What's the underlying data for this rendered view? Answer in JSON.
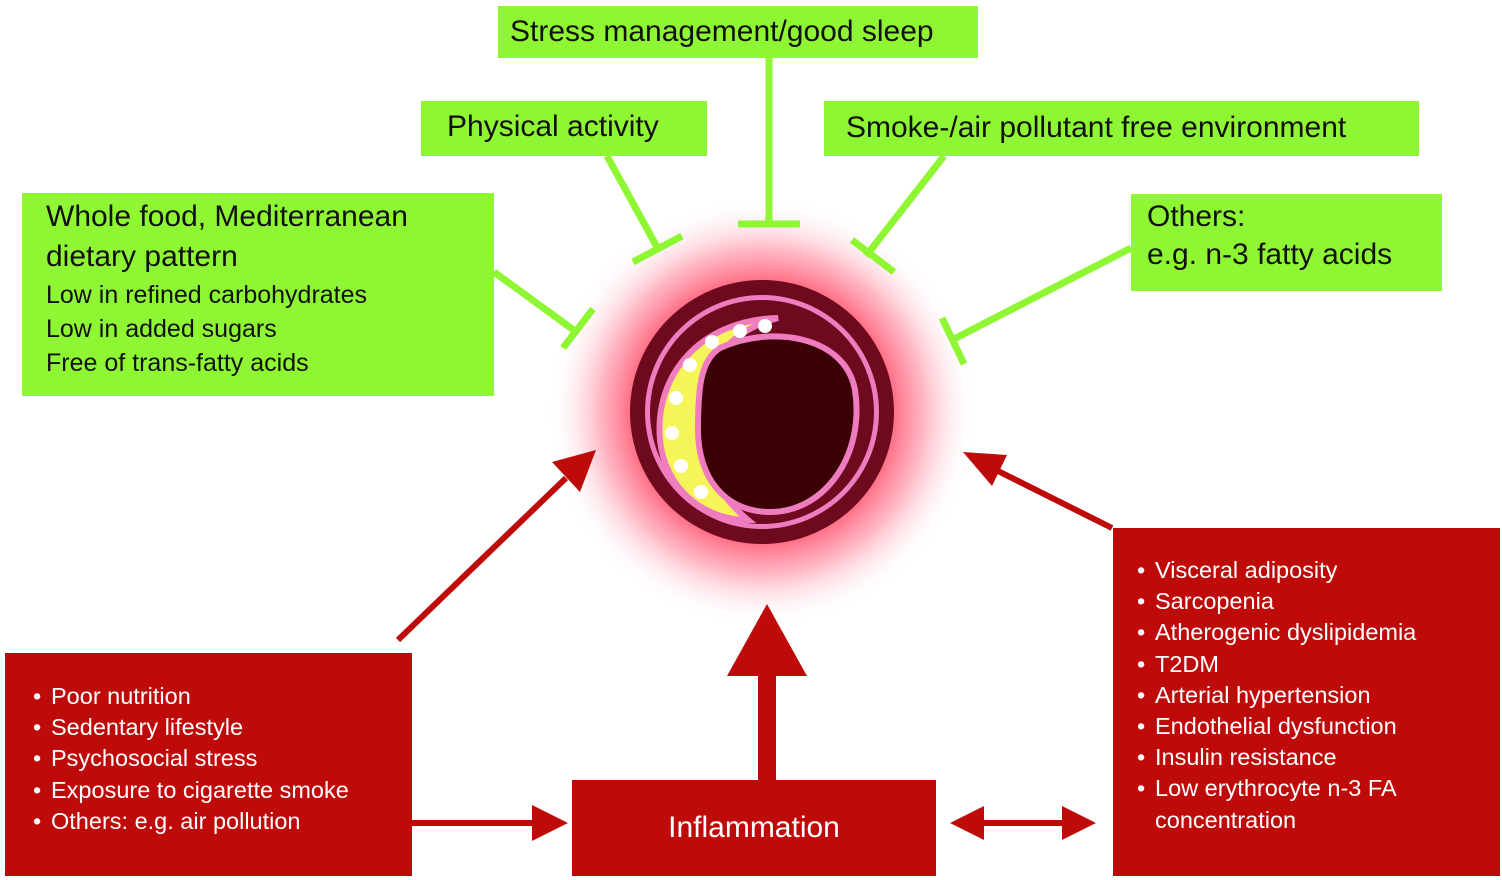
{
  "protective_factors": {
    "stress": "Stress management/good sleep",
    "physical": "Physical activity",
    "smoke_free": "Smoke-/air pollutant free environment",
    "diet": {
      "title_line1": "Whole food, Mediterranean",
      "title_line2": "dietary pattern",
      "items": [
        "Low in refined carbohydrates",
        "Low in added sugars",
        "Free of trans-fatty acids"
      ]
    },
    "others": {
      "line1": "Others:",
      "line2": "e.g. n-3 fatty acids"
    }
  },
  "risk_factors": {
    "lifestyle": [
      "Poor nutrition",
      "Sedentary lifestyle",
      "Psychosocial stress",
      "Exposure to cigarette smoke",
      "Others: e.g. air pollution"
    ],
    "conditions": [
      "Visceral adiposity",
      "Sarcopenia",
      "Atherogenic dyslipidemia",
      "T2DM",
      "Arterial hypertension",
      "Endothelial dysfunction",
      "Insulin resistance",
      "Low erythrocyte n-3 FA",
      "concentration"
    ]
  },
  "central": {
    "label": "Inflammation"
  },
  "colors": {
    "protective_green": "#8ef632",
    "risk_red": "#bf0a0a",
    "vessel_wall": "#6e0a1e",
    "vessel_lumen": "#3a0205",
    "plaque_yellow": "#f5f55a",
    "intima_pink": "#f07cc0"
  }
}
